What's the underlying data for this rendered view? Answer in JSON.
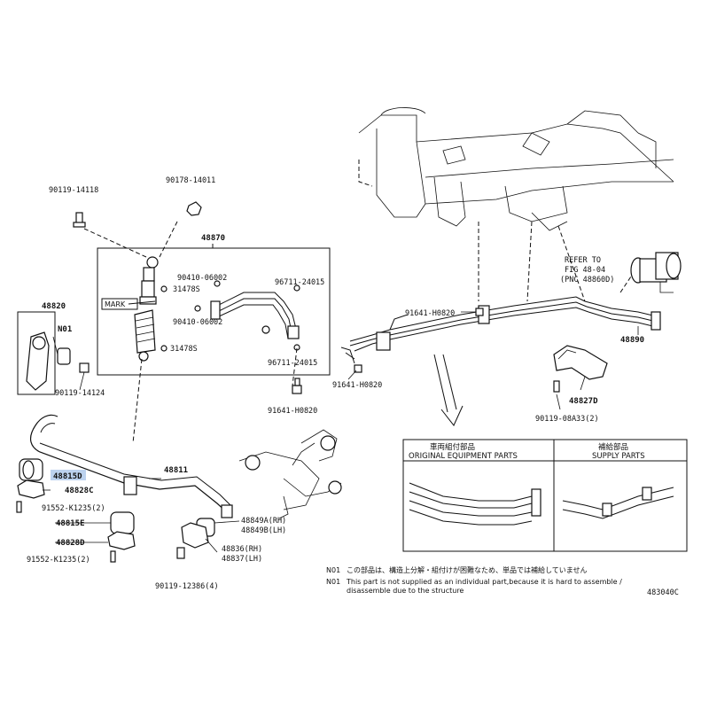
{
  "labels": {
    "p90119_14118": "90119-14118",
    "p90178_14011": "90178-14011",
    "p48870": "48870",
    "p90410_06002_a": "90410-06002",
    "p31478s_a": "31478S",
    "p96711_24015_a": "96711-24015",
    "mark": "MARK",
    "p90410_06002_b": "90410-06002",
    "p31478s_b": "31478S",
    "p96711_24015_b": "96711-24015",
    "p91641_h0820_a": "91641-H0820",
    "p48820": "48820",
    "n01": "N01",
    "p90119_14124": "90119-14124",
    "p48811": "48811",
    "p48815d": "48815D",
    "p48828c": "48828C",
    "p91552_k1235_a": "91552-K1235(2)",
    "p48815e": "48815E",
    "p48828d": "48828D",
    "p91552_k1235_b": "91552-K1235(2)",
    "p48849a": "48849A(RH)",
    "p48849b": "48849B(LH)",
    "p48836": "48836(RH)",
    "p48837": "48837(LH)",
    "p90119_12386": "90119-12386(4)",
    "p91641_h0820_b": "91641-H0820",
    "p91641_h0820_c": "91641-H0820",
    "refer_1": "REFER TO",
    "refer_2": "FIG 48-04",
    "refer_3": "(PNC 48860D)",
    "p48890": "48890",
    "p48827d": "48827D",
    "p90119_08a33": "90119-08A33(2)"
  },
  "panel": {
    "orig_jp": "車両組付部品",
    "orig_en": "ORIGINAL EQUIPMENT PARTS",
    "supply_jp": "補給部品",
    "supply_en": "SUPPLY PARTS"
  },
  "notes": {
    "n01_jp_tag": "N01",
    "n01_jp": "この部品は、構造上分解・組付けが困難なため、単品では補給していません",
    "n01_en_tag": "N01",
    "n01_en_1": "This part is not supplied as an individual part,because it is hard to assemble /",
    "n01_en_2": "disassemble due to the structure"
  },
  "figure_code": "483040C",
  "highlight_color": "#bcd2ee"
}
